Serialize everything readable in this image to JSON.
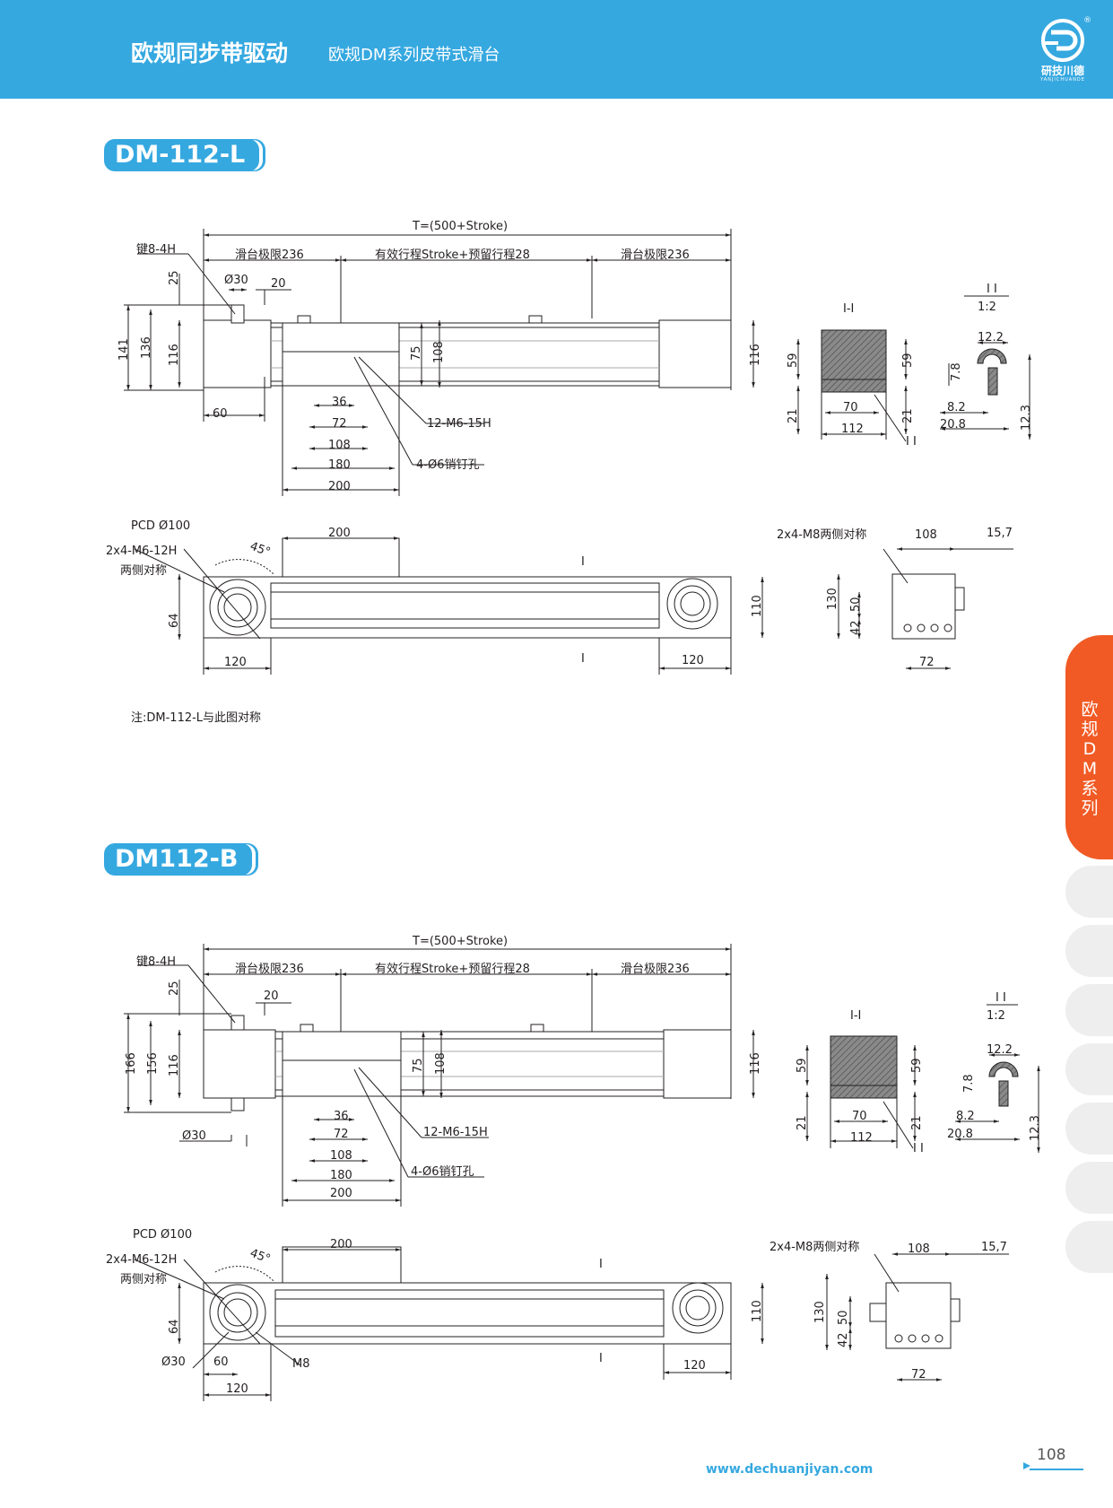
{
  "header": {
    "title": "欧规同步带驱动",
    "subtitle": "欧规DM系列皮带式滑台",
    "logo_text": "研技川德",
    "logo_sub": "YANJICHUANDE",
    "logo_reg": "®"
  },
  "models": {
    "first": "DM-112-L",
    "second": "DM112-B"
  },
  "drawing1": {
    "total": "T=(500+Stroke)",
    "key": "键8-4H",
    "limit_left": "滑台极限236",
    "stroke": "有效行程Stroke+预留行程28",
    "limit_right": "滑台极限236",
    "d25": "25",
    "d30": "Ø30",
    "d20": "20",
    "d141": "141",
    "d136": "136",
    "d116": "116",
    "d60": "60",
    "d75": "75",
    "d108": "108",
    "d116r": "116",
    "d36": "36",
    "d72": "72",
    "d108b": "108",
    "d180": "180",
    "d200": "200",
    "thread": "12-M6-15H",
    "pins": "4-Ø6销钉孔",
    "sec_ii": "I I",
    "scale": "1:2",
    "sec_i_i": "I-I",
    "s59l": "59",
    "s59r": "59",
    "s21l": "21",
    "s21r": "21",
    "s70": "70",
    "s112": "112",
    "s_ii": "I I",
    "p122": "12.2",
    "p78": "7.8",
    "p82": "8.2",
    "p208": "20.8",
    "p123": "12.3",
    "pcd": "PCD Ø100",
    "m6": "2x4-M6-12H",
    "sym": "两侧对称",
    "a45": "45°",
    "t200": "200",
    "f64": "64",
    "f120l": "120",
    "f120r": "120",
    "f110": "110",
    "sec_mark": "I",
    "m8": "2x4-M8两侧对称",
    "e108": "108",
    "e157": "15,7",
    "e130": "130",
    "e50": "50",
    "e42": "42",
    "e72": "72"
  },
  "drawing2": {
    "total": "T=(500+Stroke)",
    "key": "键8-4H",
    "limit_left": "滑台极限236",
    "stroke": "有效行程Stroke+预留行程28",
    "limit_right": "滑台极限236",
    "d25": "25",
    "d20": "20",
    "d30": "Ø30",
    "d166": "166",
    "d156": "156",
    "d116": "116",
    "d75": "75",
    "d108": "108",
    "d116r": "116",
    "d36": "36",
    "d72": "72",
    "d108b": "108",
    "d180": "180",
    "d200": "200",
    "thread": "12-M6-15H",
    "pins": "4-Ø6销钉孔",
    "sec_ii": "I I",
    "scale": "1:2",
    "sec_i_i": "I-I",
    "s59l": "59",
    "s59r": "59",
    "s21l": "21",
    "s21r": "21",
    "s70": "70",
    "s112": "112",
    "s_ii": "I I",
    "p122": "12.2",
    "p78": "7.8",
    "p82": "8.2",
    "p208": "20.8",
    "p123": "12.3",
    "pcd": "PCD Ø100",
    "m6": "2x4-M6-12H",
    "sym": "两侧对称",
    "a45": "45°",
    "t200": "200",
    "f64": "64",
    "f30": "Ø30",
    "f60": "60",
    "fm8": "M8",
    "f120l": "120",
    "f120r": "120",
    "f110": "110",
    "sec_mark": "I",
    "m8": "2x4-M8两侧对称",
    "e108": "108",
    "e157": "15,7",
    "e130": "130",
    "e50": "50",
    "e42": "42",
    "e72": "72"
  },
  "note": "注:DM-112-L与此图对称",
  "sidetab": "欧规DM系列",
  "footer": {
    "website": "www.dechuanjiyan.com",
    "page": "108"
  },
  "colors": {
    "brand": "#35a8e0",
    "tab": "#f15a24"
  }
}
